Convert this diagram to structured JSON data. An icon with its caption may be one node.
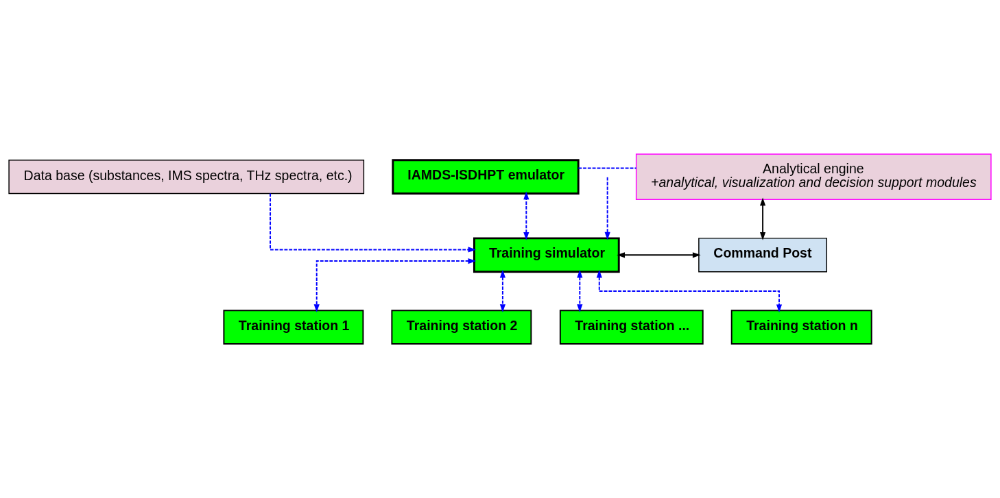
{
  "diagram": {
    "nodes": [
      {
        "text": [
          "Data base (substances, IMS spectra, THz spectra, etc.)"
        ]
      },
      {
        "text": [
          "IAMDS-ISDHPT emulator"
        ]
      },
      {
        "text": [
          "Analytical engine",
          "+analytical, visualization and decision support modules"
        ]
      },
      {
        "text": [
          "Training simulator"
        ]
      },
      {
        "text": [
          "Command Post"
        ]
      },
      {
        "text": [
          "Training station 1"
        ]
      },
      {
        "text": [
          "Training station 2"
        ]
      },
      {
        "text": [
          "Training station ..."
        ]
      },
      {
        "text": [
          "Training station n"
        ]
      }
    ],
    "edges": [
      {
        "from": 0,
        "to": 3,
        "arrow": "to",
        "style": "dashed"
      },
      {
        "from": 3,
        "to": 1,
        "arrow": "both",
        "style": "dashed"
      },
      {
        "from": null,
        "to": 3,
        "arrow": "to",
        "style": "dashed"
      },
      {
        "from": 1,
        "to": 2,
        "arrow": "none",
        "style": "dashed"
      },
      {
        "from": 2,
        "to": 4,
        "arrow": "both",
        "color": "#000000"
      },
      {
        "from": 3,
        "to": 4,
        "arrow": "both",
        "color": "#000000"
      },
      {
        "from": 3,
        "to": 5,
        "arrow": "both",
        "style": "dashed"
      },
      {
        "from": 3,
        "to": 6,
        "arrow": "both",
        "style": "dashed"
      },
      {
        "from": 3,
        "to": 7,
        "arrow": "both",
        "style": "dashed"
      },
      {
        "from": 3,
        "to": 8,
        "arrow": "both",
        "style": "dashed"
      }
    ]
  }
}
